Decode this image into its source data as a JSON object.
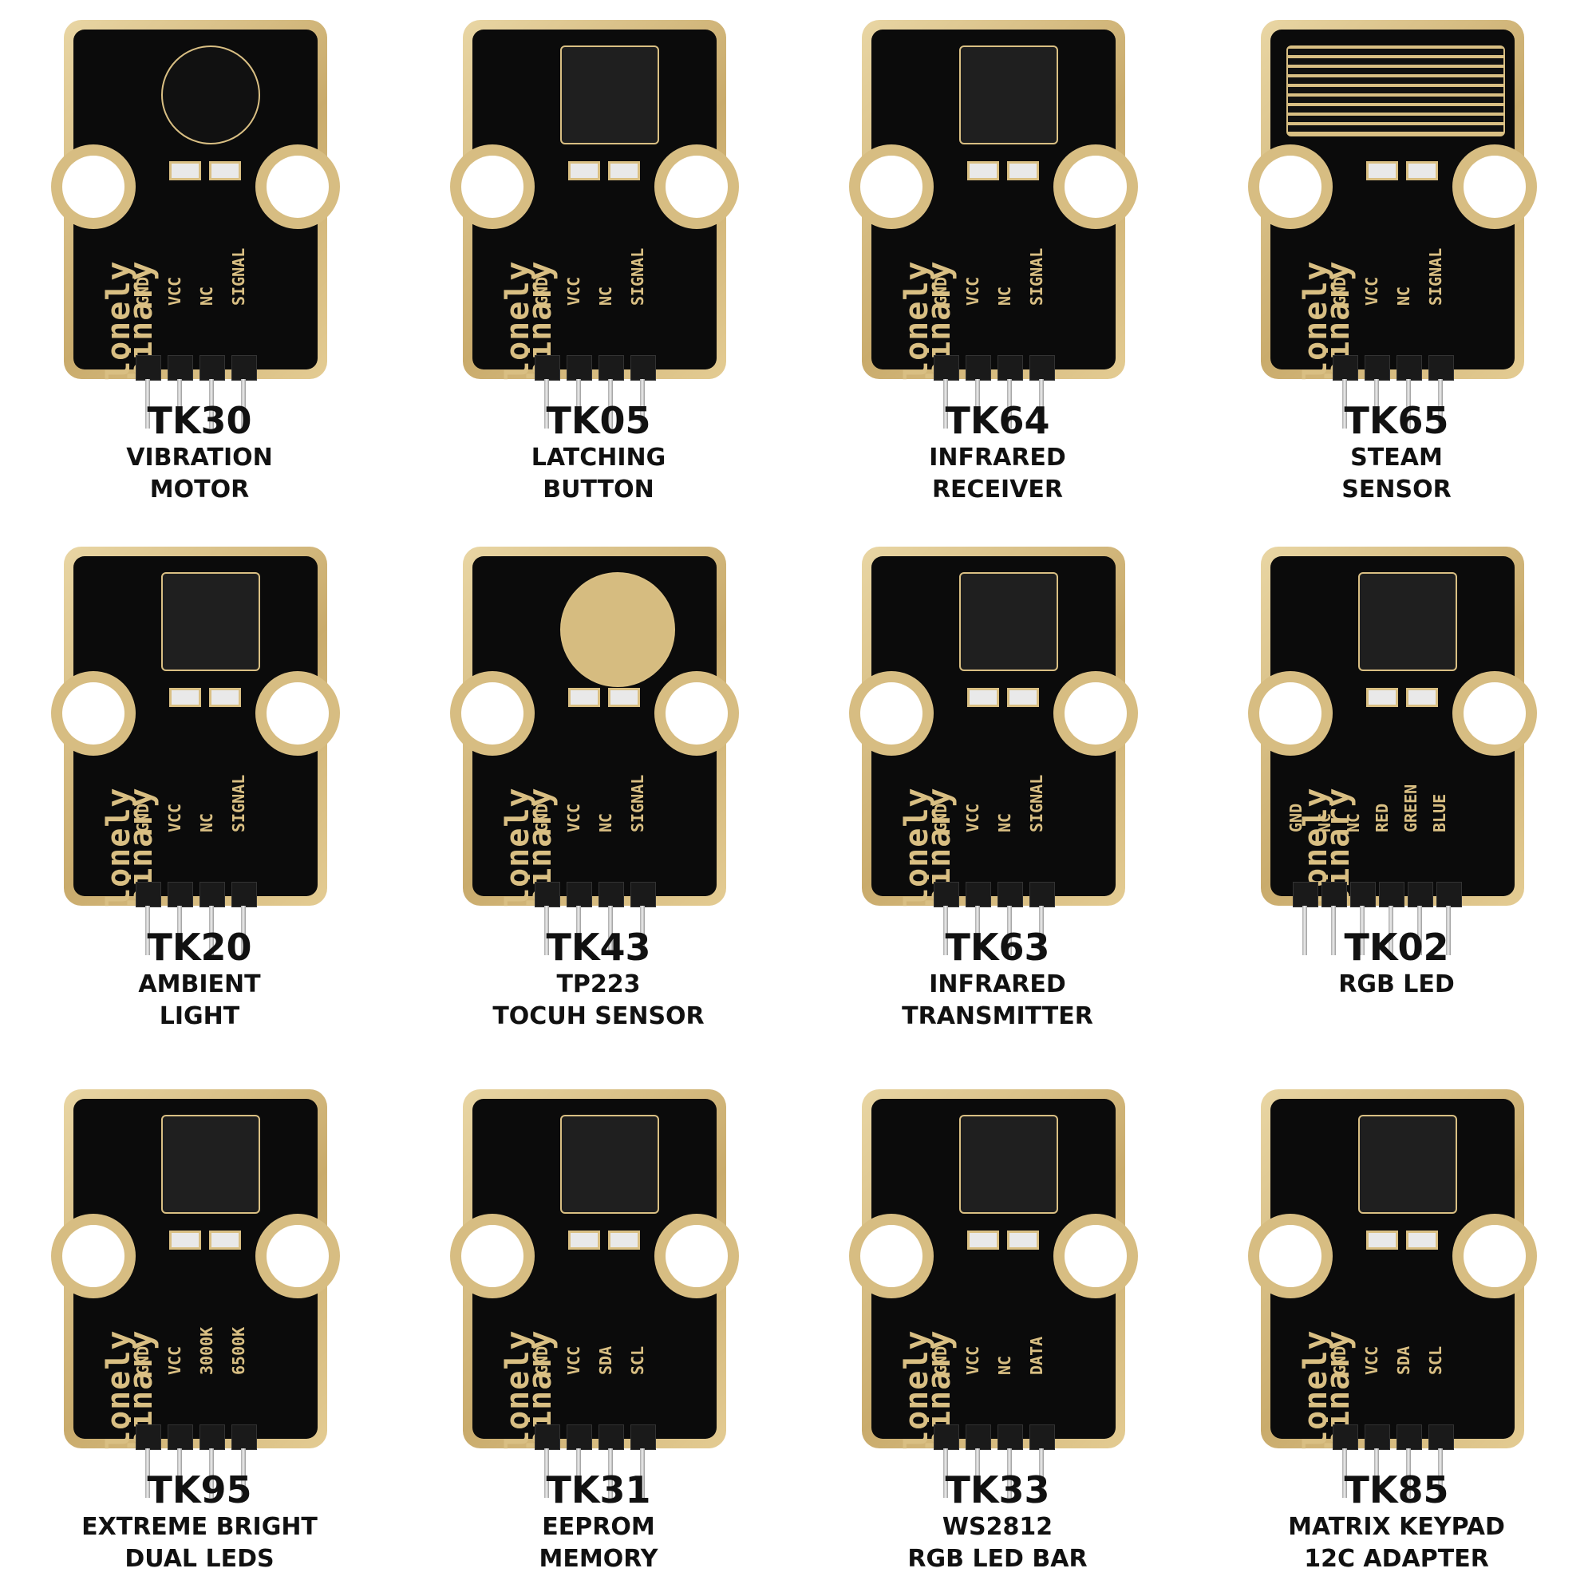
{
  "modules": [
    {
      "code": "TK30",
      "name1": "VIBRATION",
      "name2": "MOTOR",
      "pins": [
        "GND",
        "VCC",
        "NC",
        "SIGNAL"
      ]
    },
    {
      "code": "TK05",
      "name1": "LATCHING",
      "name2": "BUTTON",
      "pins": [
        "GND",
        "VCC",
        "NC",
        "SIGNAL"
      ]
    },
    {
      "code": "TK64",
      "name1": "INFRARED",
      "name2": "RECEIVER",
      "pins": [
        "GND",
        "VCC",
        "NC",
        "SIGNAL"
      ]
    },
    {
      "code": "TK65",
      "name1": "STEAM",
      "name2": "SENSOR",
      "pins": [
        "GND",
        "VCC",
        "NC",
        "SIGNAL"
      ]
    },
    {
      "code": "TK20",
      "name1": "AMBIENT",
      "name2": "LIGHT",
      "pins": [
        "GND",
        "VCC",
        "NC",
        "SIGNAL"
      ]
    },
    {
      "code": "TK43",
      "name1": "TP223",
      "name2": "TOCUH SENSOR",
      "pins": [
        "GND",
        "VCC",
        "NC",
        "SIGNAL"
      ]
    },
    {
      "code": "TK63",
      "name1": "INFRARED",
      "name2": "TRANSMITTER",
      "pins": [
        "GND",
        "VCC",
        "NC",
        "SIGNAL"
      ]
    },
    {
      "code": "TK02",
      "name1": "RGB LED",
      "name2": "",
      "pins": [
        "GND",
        "NC",
        "NC",
        "RED",
        "GREEN",
        "BLUE"
      ]
    },
    {
      "code": "TK95",
      "name1": "EXTREME BRIGHT",
      "name2": "DUAL LEDS",
      "pins": [
        "GND",
        "VCC",
        "3000K",
        "6500K"
      ]
    },
    {
      "code": "TK31",
      "name1": "EEPROM",
      "name2": "MEMORY",
      "pins": [
        "GND",
        "VCC",
        "SDA",
        "SCL"
      ]
    },
    {
      "code": "TK33",
      "name1": "WS2812",
      "name2": "RGB LED BAR",
      "pins": [
        "GND",
        "VCC",
        "NC",
        "DATA"
      ]
    },
    {
      "code": "TK85",
      "name1": "MATRIX KEYPAD",
      "name2": "12C ADAPTER",
      "pins": [
        "GND",
        "VCC",
        "SDA",
        "SCL"
      ]
    }
  ],
  "brand": {
    "line1": "lonely",
    "line2": "binary"
  },
  "colors": {
    "gold": "#d9bf83",
    "board": "#0b0b0b",
    "text": "#111111"
  }
}
